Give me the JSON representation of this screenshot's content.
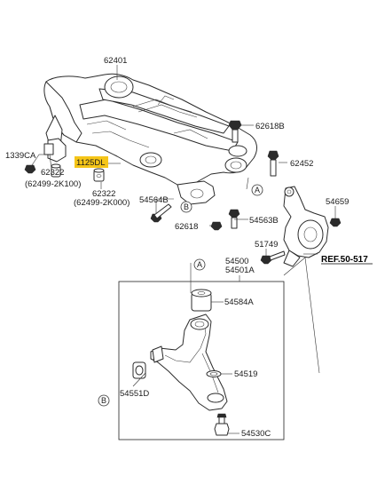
{
  "callouts": {
    "p62401": "62401",
    "p62618B": "62618B",
    "p62452": "62452",
    "p1339CA": "1339CA",
    "p62322_left": "62322",
    "p62322_left_alt": "(62499-2K100)",
    "p1125DL": "1125DL",
    "p62322_right": "62322",
    "p62322_right_alt": "(62499-2K000)",
    "p54564B": "54564B",
    "p62618": "62618",
    "p54563B": "54563B",
    "p54659": "54659",
    "p51749": "51749",
    "p54500": "54500",
    "p54501A": "54501A",
    "ref": "REF.50-517",
    "p54584A": "54584A",
    "p54519": "54519",
    "p54551D": "54551D",
    "p54530C": "54530C"
  },
  "markers": {
    "a_top": "A",
    "b_top": "B",
    "a_bottom": "A",
    "b_bottom": "B"
  },
  "colors": {
    "highlight": "#f5c518",
    "line": "#2b2b2b"
  }
}
